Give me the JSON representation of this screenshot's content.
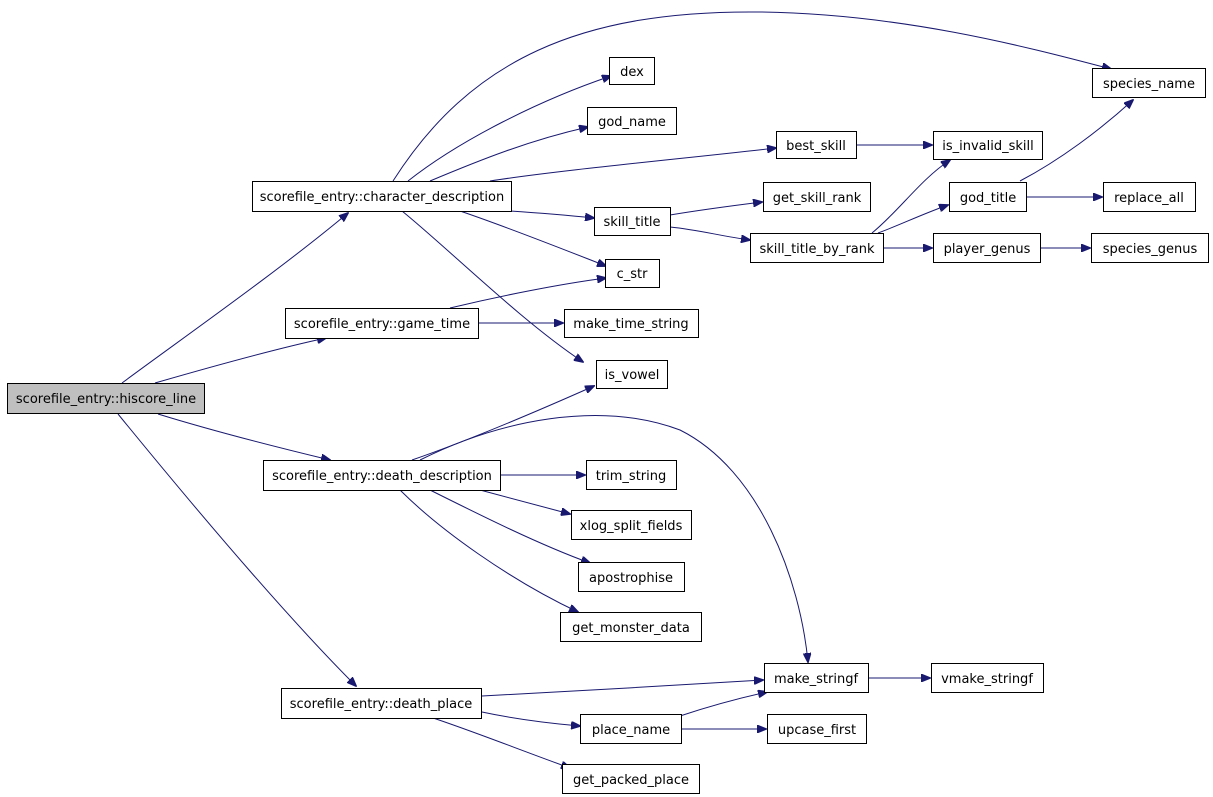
{
  "graph": {
    "edge_color": "#191970",
    "root_fill": "#bfbfbf",
    "nodes": {
      "hiscore_line": "scorefile_entry::hiscore_line",
      "character_description": "scorefile_entry::character_description",
      "game_time": "scorefile_entry::game_time",
      "death_description": "scorefile_entry::death_description",
      "death_place": "scorefile_entry::death_place",
      "dex": "dex",
      "god_name": "god_name",
      "best_skill": "best_skill",
      "skill_title": "skill_title",
      "c_str": "c_str",
      "make_time_string": "make_time_string",
      "is_vowel": "is_vowel",
      "species_name": "species_name",
      "is_invalid_skill": "is_invalid_skill",
      "get_skill_rank": "get_skill_rank",
      "god_title": "god_title",
      "replace_all": "replace_all",
      "skill_title_by_rank": "skill_title_by_rank",
      "player_genus": "player_genus",
      "species_genus": "species_genus",
      "trim_string": "trim_string",
      "xlog_split_fields": "xlog_split_fields",
      "apostrophise": "apostrophise",
      "get_monster_data": "get_monster_data",
      "make_stringf": "make_stringf",
      "vmake_stringf": "vmake_stringf",
      "place_name": "place_name",
      "upcase_first": "upcase_first",
      "get_packed_place": "get_packed_place"
    }
  }
}
